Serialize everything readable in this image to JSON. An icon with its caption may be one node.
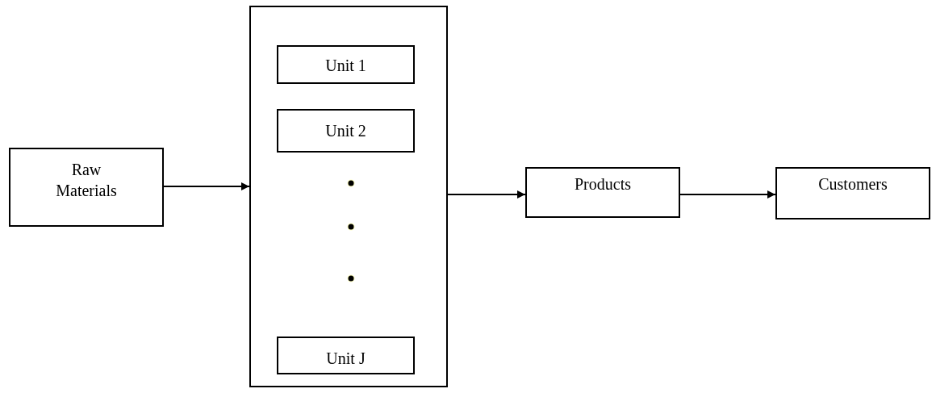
{
  "diagram": {
    "nodes": [
      {
        "text": [
          "Raw Materials"
        ]
      },
      {
        "text": [],
        "shape": "box"
      },
      {
        "text": [
          "Unit 1"
        ],
        "in": 1
      },
      {
        "text": [
          "Unit 2"
        ],
        "in": 1
      },
      {
        "text": [
          "Unit J"
        ],
        "in": 1
      },
      {
        "text": [
          "Products"
        ]
      },
      {
        "text": [
          "Customers"
        ]
      }
    ],
    "edges": [
      {
        "from": 0,
        "to": 1,
        "arrow": "to"
      },
      {
        "from": 1,
        "to": 5,
        "arrow": "to"
      },
      {
        "from": 5,
        "to": 6,
        "arrow": "to"
      }
    ]
  }
}
